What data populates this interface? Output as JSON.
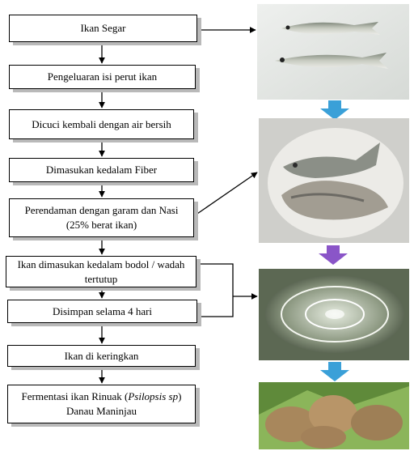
{
  "steps": [
    "Ikan Segar",
    "Pengeluaran isi perut ikan",
    "Dicuci kembali dengan air bersih",
    "Dimasukan kedalam Fiber",
    "Perendaman dengan garam dan Nasi (25% berat ikan)",
    "Ikan dimasukan kedalam bodol / wadah tertutup",
    "Disimpan selama 4 hari",
    "Ikan di keringkan",
    "Fermentasi ikan Rinuak (",
    "Psilopsis sp",
    ") Danau Maninjau"
  ],
  "colors": {
    "box_shadow": "#b9b9b9",
    "arrow_blue": "#3aa0d8",
    "arrow_purple": "#8a55c8"
  },
  "icons": [
    "fish-photo",
    "fermented-fish-photo",
    "glass-container-photo",
    "dried-fish-photo"
  ]
}
